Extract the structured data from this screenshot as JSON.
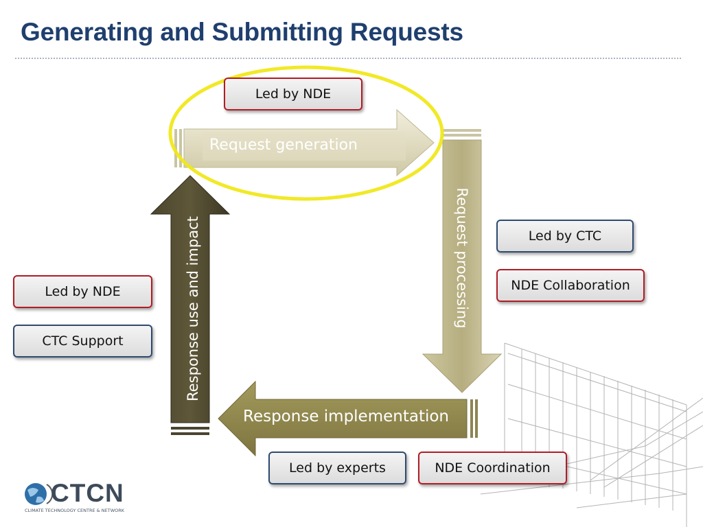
{
  "title": "Generating and Submitting Requests",
  "arrows": {
    "request_generation": "Request generation",
    "request_processing": "Request processing",
    "response_implementation": "Response implementation",
    "response_use": "Response use and impact"
  },
  "boxes": {
    "top_led": "Led by NDE",
    "right_led": "Led by CTC",
    "right_collab": "NDE Collaboration",
    "left_led": "Led by NDE",
    "left_support": "CTC Support",
    "bottom_led": "Led by experts",
    "bottom_coord": "NDE Coordination"
  },
  "logo": {
    "name": "CTCN",
    "tagline": "CLIMATE TECHNOLOGY CENTRE & NETWORK"
  }
}
